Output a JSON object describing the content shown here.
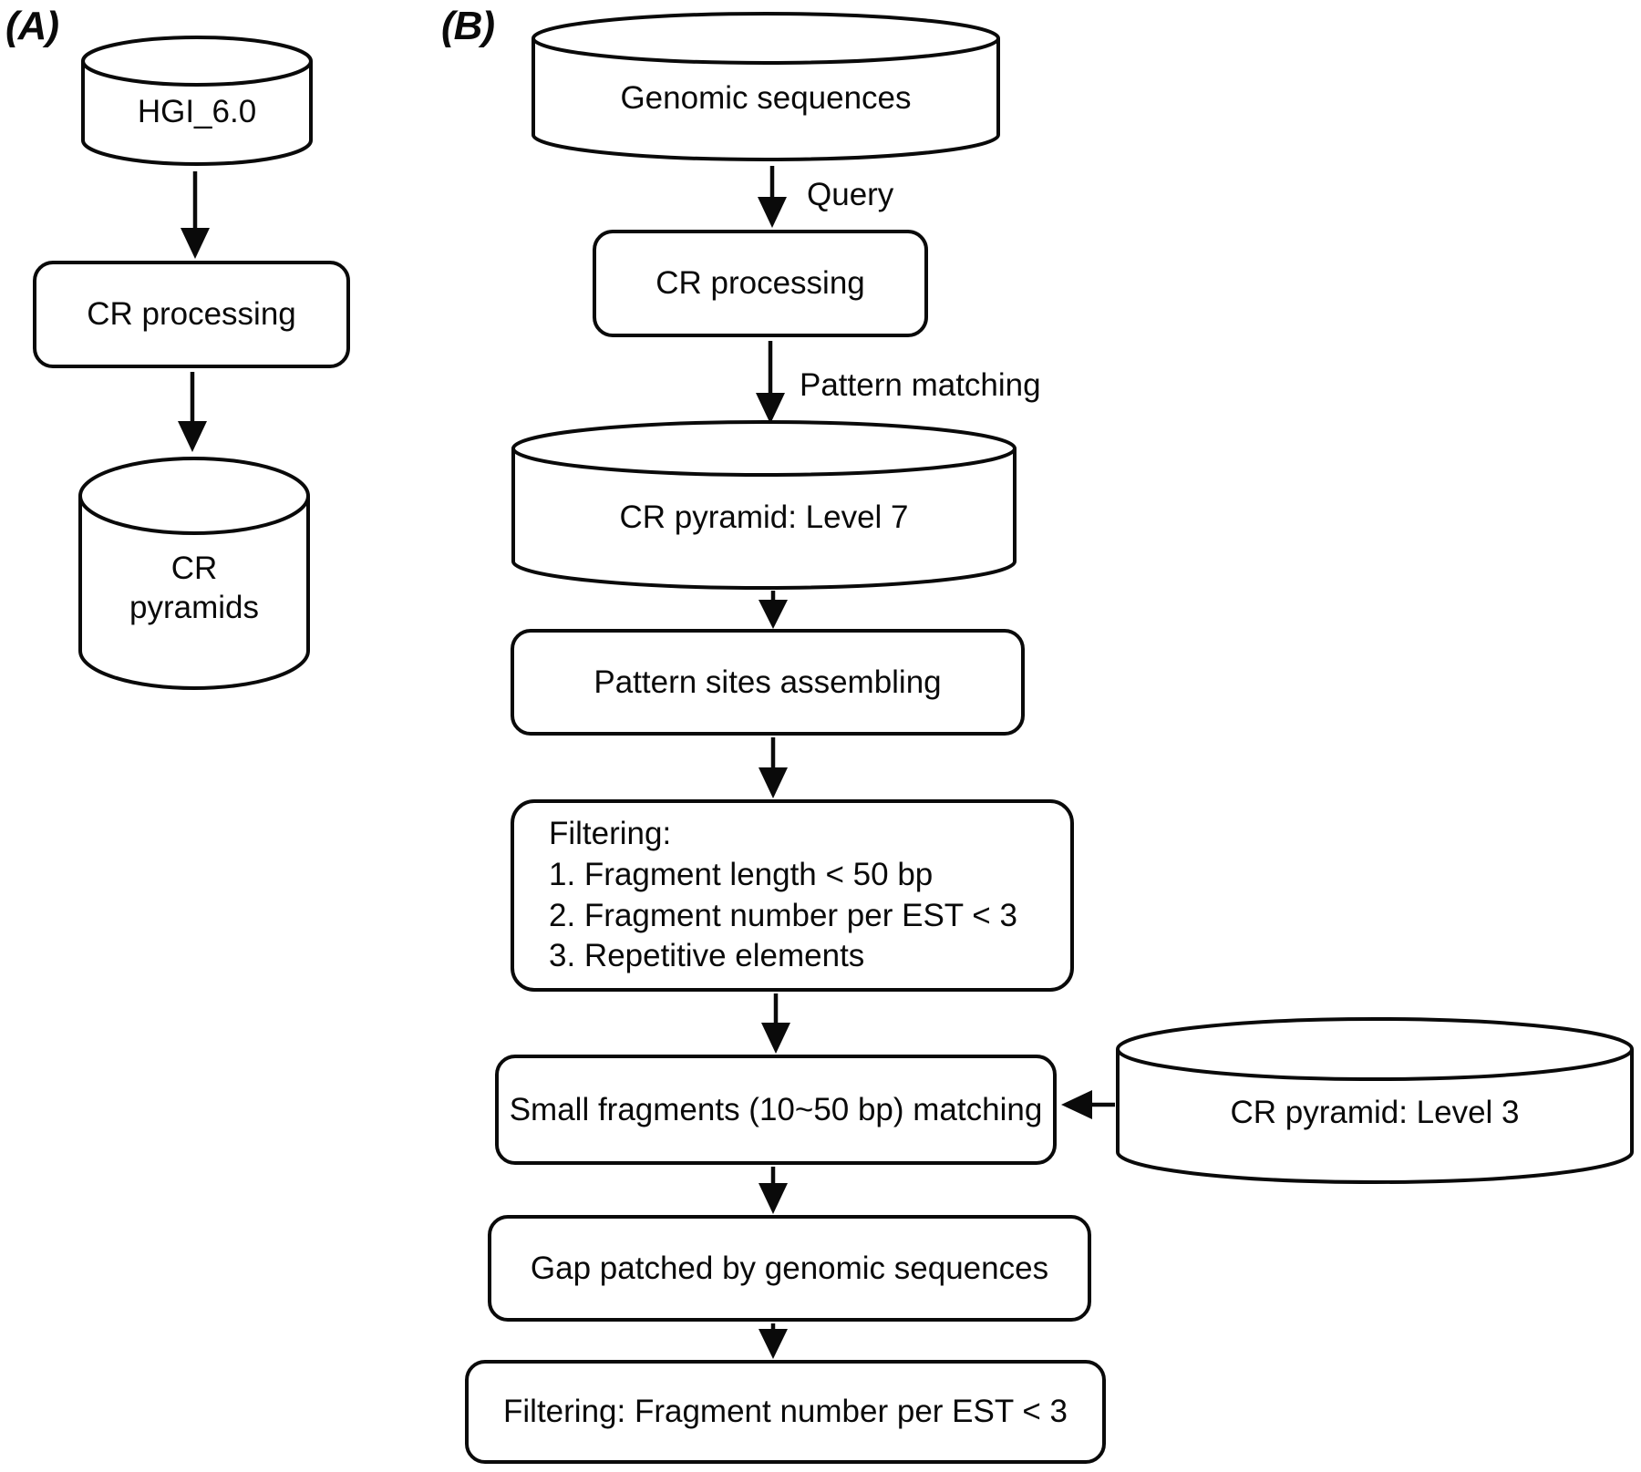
{
  "figure": {
    "panel_a": {
      "label": "(A)",
      "hgi_db": "HGI_6.0",
      "cr_processing": "CR processing",
      "cr_pyramids_db": "CR\npyramids"
    },
    "panel_b": {
      "label": "(B)",
      "genomic_db": "Genomic sequences",
      "query_arrow_label": "Query",
      "cr_processing": "CR processing",
      "pattern_matching_arrow_label": "Pattern matching",
      "pyramid_level7_db": "CR pyramid: Level 7",
      "pattern_sites_assembling": "Pattern sites assembling",
      "filtering": {
        "title": "Filtering:",
        "items": [
          "1. Fragment length < 50 bp",
          "2. Fragment number per EST < 3",
          "3. Repetitive elements"
        ]
      },
      "small_fragments_matching": "Small fragments (10~50 bp) matching",
      "pyramid_level3_db": "CR pyramid: Level 3",
      "gap_patched": "Gap patched by genomic sequences",
      "final_filtering": "Filtering: Fragment number per EST < 3"
    }
  }
}
